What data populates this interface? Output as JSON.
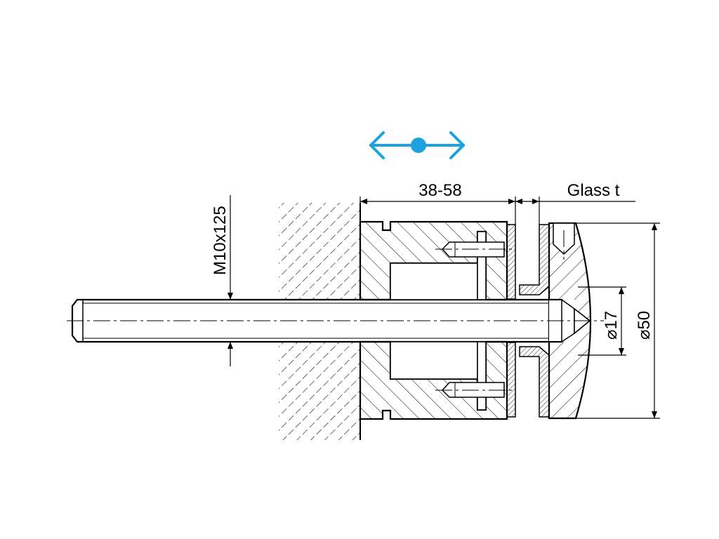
{
  "colors": {
    "ink": "#000000",
    "hatch": "#1a1a1a",
    "accent": "#1aa3e0",
    "background": "#ffffff"
  },
  "icons": {
    "adjustment_indicator": "double-headed-arrow-with-dot"
  },
  "labels": {
    "thread": "M10x125",
    "adjust_range": "38-58",
    "glass_thickness": "Glass t",
    "diameter_small": "⌀17",
    "diameter_large": "⌀50"
  }
}
